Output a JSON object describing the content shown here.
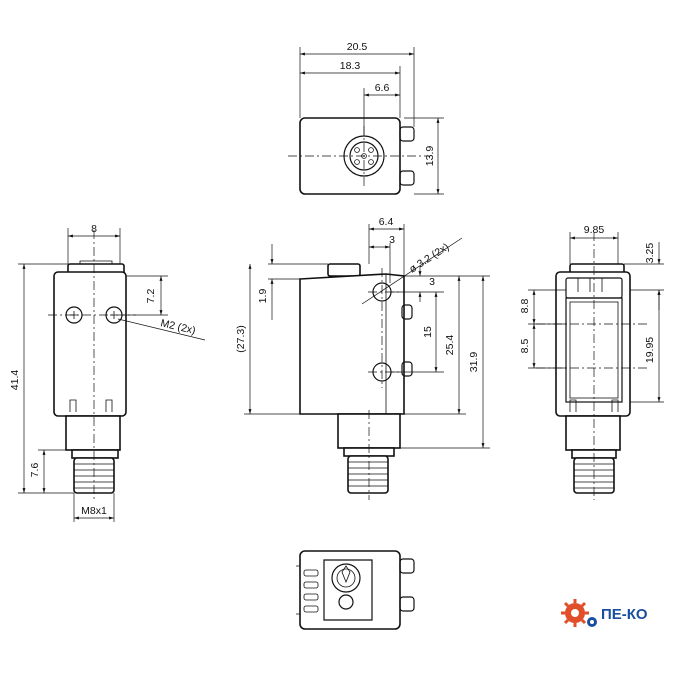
{
  "top_view": {
    "dims": {
      "width_overall": "20.5",
      "width_body": "18.3",
      "offset_connector": "6.6",
      "height": "13.9"
    }
  },
  "front_view": {
    "dims": {
      "width_top": "8",
      "screw_spacing": "7.2",
      "screw_label": "M2 (2x)",
      "height_total": "41.4",
      "thread_length": "7.6",
      "thread_label": "M8x1"
    }
  },
  "side_view": {
    "dims": {
      "lens_offset": "6.4",
      "lens_inner": "3",
      "hole_label": "ø 3.2 (2x)",
      "top_offset": "1.9",
      "lens_top": "3",
      "hole_spacing": "15",
      "body_height_ref": "(27.3)",
      "body_height": "25.4",
      "height_to_connector": "31.9"
    }
  },
  "rear_view": {
    "dims": {
      "width": "9.85",
      "top_offset": "3.25",
      "upper_window": "8.8",
      "lower_window": "8.5",
      "window_height": "19.95"
    }
  },
  "logo": {
    "text": "ПЕ-КО",
    "colors": {
      "gear": "#e04e2a",
      "text": "#1a4fa0"
    }
  }
}
